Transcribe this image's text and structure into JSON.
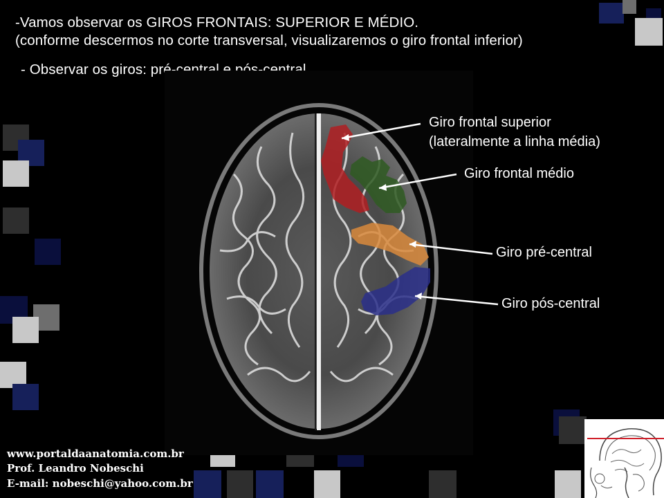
{
  "header": {
    "line1": "-Vamos observar os GIROS FRONTAIS: SUPERIOR E MÉDIO.",
    "line2": "(conforme descermos no corte transversal, visualizaremos o giro frontal inferior)",
    "line3": "- Observar os giros: pré-central e pós-central."
  },
  "labels": {
    "superior_line1": "Giro frontal superior",
    "superior_line2": "(lateralmente a linha média)",
    "medio": "Giro frontal médio",
    "pre_central": "Giro pré-central",
    "pos_central": "Giro pós-central"
  },
  "region_colors": {
    "superior": "#b01e22",
    "medio": "#2f5a22",
    "pre_central": "#d98a3c",
    "pos_central": "#2a2f8a"
  },
  "credits": {
    "site": "www.portaldaanatomia.com.br",
    "author": "Prof. Leandro Nobeschi",
    "email": "E-mail: nobeschi@yahoo.com.br"
  },
  "thumbnail": {
    "marker_color": "#d0202a"
  }
}
